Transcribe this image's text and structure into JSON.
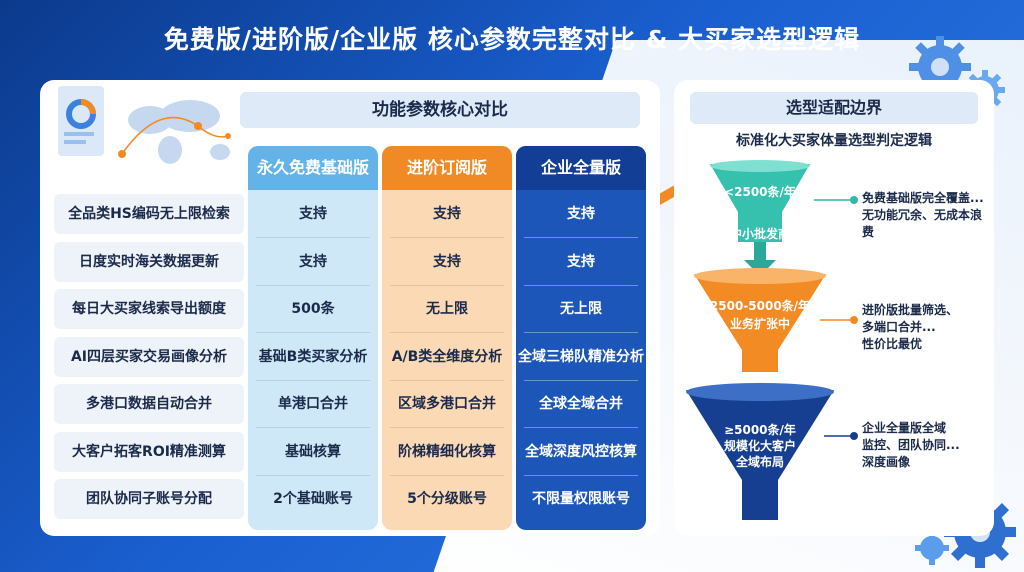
{
  "title": "免费版/进阶版/企业版 核心参数完整对比 & 大买家选型逻辑",
  "comparison": {
    "header": "功能参数核心对比",
    "columns": [
      {
        "label": "永久免费基础版",
        "color": "#63b3e8",
        "bg": "#cfe8f8"
      },
      {
        "label": "进阶订阅版",
        "color": "#f08a24",
        "bg": "#fbd9b4"
      },
      {
        "label": "企业全量版",
        "color": "#123f95",
        "bg": "#1c56b8"
      }
    ],
    "rows": [
      {
        "label": "全品类HS编码无上限检索",
        "values": [
          "支持",
          "支持",
          "支持"
        ]
      },
      {
        "label": "日度实时海关数据更新",
        "values": [
          "支持",
          "支持",
          "支持"
        ]
      },
      {
        "label": "每日大买家线索导出额度",
        "values": [
          "500条",
          "无上限",
          "无上限"
        ]
      },
      {
        "label": "AI四层买家交易画像分析",
        "values": [
          "基础B类买家分析",
          "A/B类全维度分析",
          "全域三梯队精准分析"
        ]
      },
      {
        "label": "多港口数据自动合并",
        "values": [
          "单港口合并",
          "区域多港口合并",
          "全球全域合并"
        ]
      },
      {
        "label": "大客户拓客ROI精准测算",
        "values": [
          "基础核算",
          "阶梯精细化核算",
          "全域深度风控核算"
        ]
      },
      {
        "label": "团队协同子账号分配",
        "values": [
          "2个基础账号",
          "5个分级账号",
          "不限量权限账号"
        ]
      }
    ]
  },
  "selection": {
    "header": "选型适配边界",
    "subtitle": "标准化大买家体量选型判定逻辑",
    "tiers": [
      {
        "volume": "<2500条/年",
        "segment": "中小批发商",
        "color": "#2fb8a8",
        "note_lines": [
          "免费基础版完全覆盖...",
          "无功能冗余、无成本浪费"
        ]
      },
      {
        "volume": "2500-5000条/年",
        "segment": "业务扩张中",
        "color": "#f08a24",
        "note_lines": [
          "进阶版批量筛选、",
          "多端口合并...",
          "性价比最优"
        ]
      },
      {
        "volume": "≥5000条/年",
        "segment": "规模化大客户",
        "segment2": "全域布局",
        "color": "#143d8f",
        "note_lines": [
          "企业全量版全域",
          "监控、团队协同...",
          "深度画像"
        ]
      }
    ]
  }
}
